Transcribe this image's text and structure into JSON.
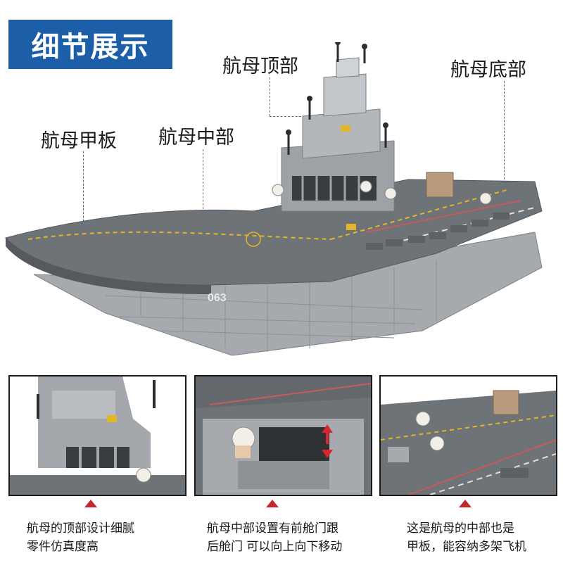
{
  "header": {
    "title": "细节展示"
  },
  "labels": {
    "top": "航母顶部",
    "bottom": "航母底部",
    "deck": "航母甲板",
    "middle": "航母中部"
  },
  "hull_number": "063",
  "captions": [
    {
      "line1": "航母的顶部设计细腻",
      "line2": "零件仿真度高"
    },
    {
      "line1": "航母中部设置有前舱门跟",
      "line2": "后舱门 可以向上向下移动"
    },
    {
      "line1": "这是航母的中部也是",
      "line2": "甲板，能容纳多架飞机"
    }
  ],
  "colors": {
    "header_bg": "#1d5ea8",
    "pointer": "#c2272d",
    "deck": "#6e7378",
    "hull": "#a9adb1",
    "accent_yellow": "#e3b52a"
  }
}
